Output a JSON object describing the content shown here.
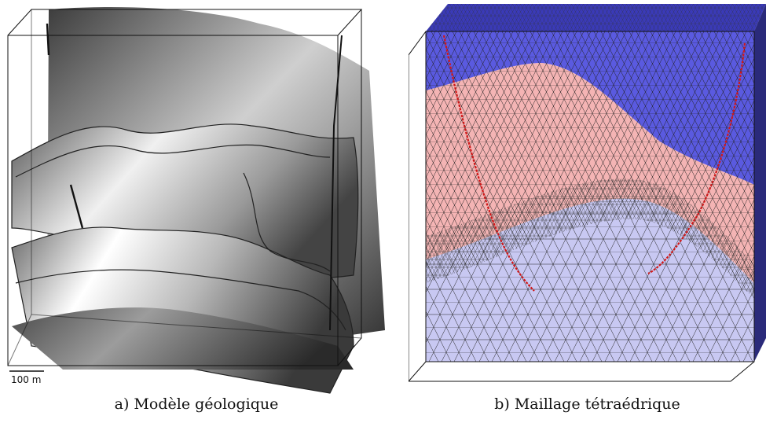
{
  "panel_a": {
    "caption": "a) Modèle géologique",
    "scale_label": "100 m"
  },
  "panel_b": {
    "caption": "b) Maillage tétraédrique"
  },
  "colors": {
    "surface_dark": "#4a4a4a",
    "surface_light": "#e6e6e6",
    "upper_layer": "#5a5ae0",
    "middle_layer": "#f4b4b4",
    "lower_layer": "#c8c8f2",
    "fault_line": "#d01818"
  }
}
